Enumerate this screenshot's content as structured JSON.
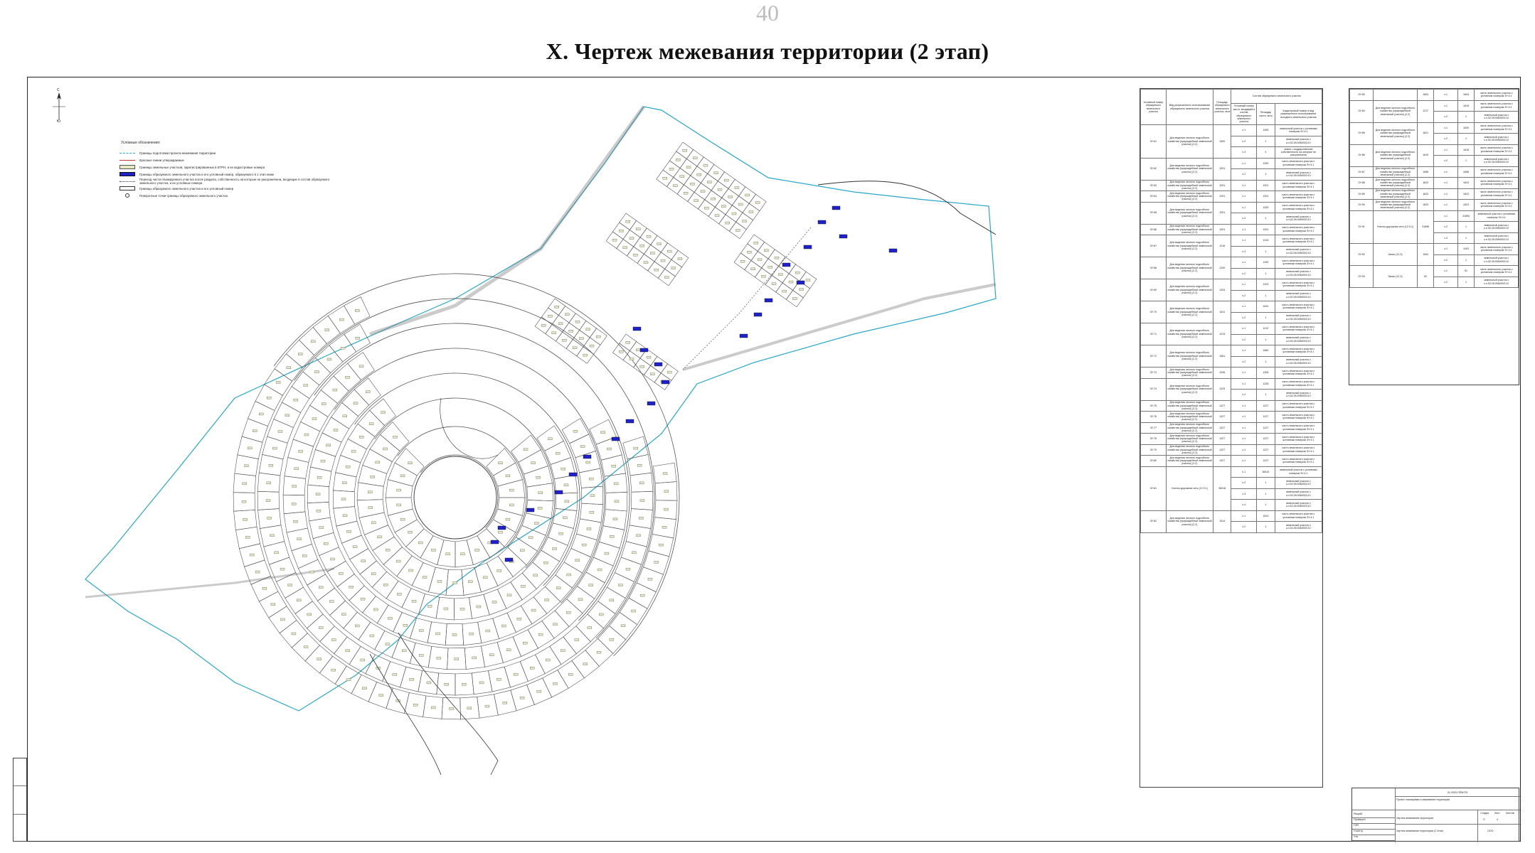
{
  "page": {
    "number": "40",
    "title": "X. Чертеж межевания территории (2 этап)"
  },
  "colors": {
    "parcel_fill": "#e8e7c4",
    "parcel_stroke": "#555555",
    "road": "#6a6a6a",
    "boundary": "#2aa6c8",
    "label_blue": "#1f22c8"
  },
  "legend": {
    "title": "Условные обозначения:",
    "items": [
      {
        "symbol": "cyan-dash",
        "label": "Границы подготовки проекта межевания территории"
      },
      {
        "symbol": "red-line",
        "label": "Красные линии утверждаемые"
      },
      {
        "symbol": "parcel-box",
        "label": "Границы земельных участков, зарегистрированных в ЕГРН, и их кадастровые номера"
      },
      {
        "symbol": "blue-box",
        "label": "Границы образуемого земельного участка и его условный номер, образуемого в 1 этап ниже"
      },
      {
        "symbol": "dot-line",
        "label": "Переход части планируемого участка после раздела, собственность на которые не разграничена, входящие в состав образуемого земельного участка, и их условные номера"
      },
      {
        "symbol": "plain-box",
        "label": "Границы образуемого земельного участка и его условный номер"
      },
      {
        "symbol": "point",
        "label": "Поворотные точки границы образуемого земельного участка"
      }
    ]
  },
  "north": {
    "top": "С",
    "bottom": "Ю"
  },
  "table_main": {
    "headers": [
      "Условный номер образуемого земельного участка",
      "Вид разрешенного использования образуемого земельного участка",
      "Площадь образуемого земельного участка, кв.м",
      "Состав образуемого земельного участка"
    ],
    "subheaders": [
      "Условный номер части, входящей в состав образуемого земельного участка",
      "Площадь части, кв.м",
      "Кадастровый номер и вид разрешенного использования исходного земельного участка"
    ],
    "rows": [
      {
        "id": "ЗУ:61",
        "use": "Для ведения личного подсобного хозяйства (приусадебный земельный участок) (2.2)",
        "area": "1500",
        "parts": [
          [
            "ч.1",
            "1495",
            "земельный участок с условным номером ЗУ:4:1"
          ],
          [
            "ч.2",
            "1",
            "земельный участок с к.н.52:26:0060003:10"
          ],
          [
            "ч.3",
            "4",
            "земли, государственная собственность на которые не разграничена"
          ]
        ]
      },
      {
        "id": "ЗУ:62",
        "use": "Для ведения личного подсобного хозяйства (приусадебный земельный участок) (2.2)",
        "area": "1201",
        "parts": [
          [
            "ч.1",
            "1200",
            "часть земельного участка с условным номером ЗУ:4:1"
          ],
          [
            "ч.2",
            "1",
            "земельный участок с к.н.52:26:0060003:10"
          ]
        ]
      },
      {
        "id": "ЗУ:63",
        "use": "Для ведения личного подсобного хозяйства (приусадебный земельный участок) (2.2)",
        "area": "1201",
        "parts": [
          [
            "ч.1",
            "1201",
            "часть земельного участка с условным номером ЗУ:4:1"
          ]
        ]
      },
      {
        "id": "ЗУ:64",
        "use": "Для ведения личного подсобного хозяйства (приусадебный земельный участок) (2.2)",
        "area": "1201",
        "parts": [
          [
            "ч.1",
            "1201",
            "часть земельного участка с условным номером ЗУ:4:1"
          ]
        ]
      },
      {
        "id": "ЗУ:65",
        "use": "Для ведения личного подсобного хозяйства (приусадебный земельный участок) (2.2)",
        "area": "1201",
        "parts": [
          [
            "ч.1",
            "1200",
            "часть земельного участка с условным номером ЗУ:4:1"
          ],
          [
            "ч.2",
            "1",
            "земельный участок с к.н.52:26:0060003:10"
          ]
        ]
      },
      {
        "id": "ЗУ:66",
        "use": "Для ведения личного подсобного хозяйства (приусадебный земельный участок) (2.2)",
        "area": "1201",
        "parts": [
          [
            "ч.1",
            "1201",
            "часть земельного участка с условным номером ЗУ:4:1"
          ]
        ]
      },
      {
        "id": "ЗУ:67",
        "use": "Для ведения личного подсобного хозяйства (приусадебный земельный участок) (2.2)",
        "area": "1216",
        "parts": [
          [
            "ч.1",
            "1215",
            "часть земельного участка с условным номером ЗУ:4:1"
          ],
          [
            "ч.2",
            "1",
            "земельный участок с к.н.52:26:0060003:10"
          ]
        ]
      },
      {
        "id": "ЗУ:68",
        "use": "Для ведения личного подсобного хозяйства (приусадебный земельный участок) (2.2)",
        "area": "1200",
        "parts": [
          [
            "ч.1",
            "1199",
            "часть земельного участка с условным номером ЗУ:4:1"
          ],
          [
            "ч.2",
            "1",
            "земельный участок с к.н.52:26:0060003:10"
          ]
        ]
      },
      {
        "id": "ЗУ:69",
        "use": "Для ведения личного подсобного хозяйства (приусадебный земельный участок) (2.2)",
        "area": "1204",
        "parts": [
          [
            "ч.1",
            "1203",
            "часть земельного участка с условным номером ЗУ:4:1"
          ],
          [
            "ч.2",
            "1",
            "земельный участок с к.н.52:26:0060003:10"
          ]
        ]
      },
      {
        "id": "ЗУ:70",
        "use": "Для ведения личного подсобного хозяйства (приусадебный земельный участок) (2.2)",
        "area": "1611",
        "parts": [
          [
            "ч.1",
            "1610",
            "часть земельного участка с условным номером ЗУ:4:1"
          ],
          [
            "ч.2",
            "1",
            "земельный участок с к.н.52:26:0060003:10"
          ]
        ]
      },
      {
        "id": "ЗУ:71",
        "use": "Для ведения личного подсобного хозяйства (приусадебный земельный участок) (2.2)",
        "area": "1213",
        "parts": [
          [
            "ч.1",
            "1212",
            "часть земельного участка с условным номером ЗУ:4:1"
          ],
          [
            "ч.2",
            "1",
            "земельный участок с к.н.52:26:0060003:10"
          ]
        ]
      },
      {
        "id": "ЗУ:72",
        "use": "Для ведения личного подсобного хозяйства (приусадебный земельный участок) (2.2)",
        "area": "1661",
        "parts": [
          [
            "ч.1",
            "1660",
            "часть земельного участка с условным номером ЗУ:4:1"
          ],
          [
            "ч.2",
            "1",
            "земельный участок с к.н.52:26:0060003:10"
          ]
        ]
      },
      {
        "id": "ЗУ:73",
        "use": "Для ведения личного подсобного хозяйства (приусадебный земельный участок) (2.2)",
        "area": "1206",
        "parts": [
          [
            "ч.1",
            "1206",
            "часть земельного участка с условным номером ЗУ:4:1"
          ]
        ]
      },
      {
        "id": "ЗУ:74",
        "use": "Для ведения личного подсобного хозяйства (приусадебный земельный участок) (2.2)",
        "area": "1229",
        "parts": [
          [
            "ч.1",
            "1228",
            "часть земельного участка с условным номером ЗУ:4:1"
          ],
          [
            "ч.2",
            "1",
            "земельный участок с к.н.52:26:0060003:10"
          ]
        ]
      },
      {
        "id": "ЗУ:75",
        "use": "Для ведения личного подсобного хозяйства (приусадебный земельный участок) (2.2)",
        "area": "1227",
        "parts": [
          [
            "ч.1",
            "1227",
            "часть земельного участка с условным номером ЗУ:4:1"
          ]
        ]
      },
      {
        "id": "ЗУ:76",
        "use": "Для ведения личного подсобного хозяйства (приусадебный земельный участок) (2.2)",
        "area": "1227",
        "parts": [
          [
            "ч.1",
            "1227",
            "часть земельного участка с условным номером ЗУ:4:1"
          ]
        ]
      },
      {
        "id": "ЗУ:77",
        "use": "Для ведения личного подсобного хозяйства (приусадебный земельный участок) (2.2)",
        "area": "1227",
        "parts": [
          [
            "ч.1",
            "1227",
            "часть земельного участка с условным номером ЗУ:4:1"
          ]
        ]
      },
      {
        "id": "ЗУ:78",
        "use": "Для ведения личного подсобного хозяйства (приусадебный земельный участок) (2.2)",
        "area": "1227",
        "parts": [
          [
            "ч.1",
            "1227",
            "часть земельного участка с условным номером ЗУ:4:1"
          ]
        ]
      },
      {
        "id": "ЗУ:79",
        "use": "Для ведения личного подсобного хозяйства (приусадебный земельный участок) (2.2)",
        "area": "1227",
        "parts": [
          [
            "ч.1",
            "1227",
            "часть земельного участка с условным номером ЗУ:4:1"
          ]
        ]
      },
      {
        "id": "ЗУ:80",
        "use": "Для ведения личного подсобного хозяйства (приусадебный земельный участок) (2.2)",
        "area": "1227",
        "parts": [
          [
            "ч.1",
            "1227",
            "часть земельного участка с условным номером ЗУ:4:1"
          ]
        ]
      },
      {
        "id": "ЗУ:81",
        "use": "Улично-дорожная сеть (12.0.1)",
        "area": "38418",
        "parts": [
          [
            "ч.1",
            "38415",
            "земельный участок с условным номером ЗУ:4:1"
          ],
          [
            "ч.2",
            "1",
            "земельный участок с к.н.52:26:0060003:10"
          ],
          [
            "ч.3",
            "1",
            "земельный участок с к.н.52:26:0060003:10"
          ],
          [
            "ч.4",
            "1",
            "земельный участок с к.н.52:26:0060003:10"
          ]
        ]
      },
      {
        "id": "ЗУ:82",
        "use": "Для ведения личного подсобного хозяйства (приусадебный земельный участок) (2.2)",
        "area": "1514",
        "parts": [
          [
            "ч.1",
            "1513",
            "часть земельного участка с условным номером ЗУ:4:1"
          ],
          [
            "ч.2",
            "1",
            "земельный участок с к.н.52:26:0060003:10"
          ]
        ]
      }
    ]
  },
  "table_side": {
    "rows": [
      {
        "id": "ЗУ:83",
        "use": "",
        "area": "1604",
        "parts": [
          [
            "ч.1",
            "1604",
            "часть земельного участка с условным номером ЗУ:4:1"
          ]
        ]
      },
      {
        "id": "ЗУ:84",
        "use": "Для ведения личного подсобного хозяйства (приусадебный земельный участок) (2.2)",
        "area": "1217",
        "parts": [
          [
            "ч.1",
            "1615",
            "часть земельного участка с условным номером ЗУ:4:1"
          ],
          [
            "ч.2",
            "1",
            "земельный участок с к.н.52:26:0060003:10"
          ]
        ]
      },
      {
        "id": "ЗУ:85",
        "use": "Для ведения личного подсобного хозяйства (приусадебный земельный участок) (2.2)",
        "area": "1621",
        "parts": [
          [
            "ч.1",
            "1620",
            "часть земельного участка с условным номером ЗУ:4:1"
          ],
          [
            "ч.2",
            "1",
            "земельный участок с к.н.52:26:0060003:10"
          ]
        ]
      },
      {
        "id": "ЗУ:86",
        "use": "Для ведения личного подсобного хозяйства (приусадебный земельный участок) (2.2)",
        "area": "1619",
        "parts": [
          [
            "ч.1",
            "1618",
            "часть земельного участка с условным номером ЗУ:4:1"
          ],
          [
            "ч.2",
            "1",
            "земельный участок с к.н.52:26:0060003:10"
          ]
        ]
      },
      {
        "id": "ЗУ:87",
        "use": "Для ведения личного подсобного хозяйства (приусадебный земельный участок) (2.2)",
        "area": "1658",
        "parts": [
          [
            "ч.1",
            "1658",
            "часть земельного участка с условным номером ЗУ:4:1"
          ]
        ]
      },
      {
        "id": "ЗУ:88",
        "use": "Для ведения личного подсобного хозяйства (приусадебный земельный участок) (2.2)",
        "area": "1623",
        "parts": [
          [
            "ч.1",
            "1623",
            "часть земельного участка с условным номером ЗУ:4:1"
          ]
        ]
      },
      {
        "id": "ЗУ:89",
        "use": "Для ведения личного подсобного хозяйства (приусадебный земельный участок) (2.2)",
        "area": "1623",
        "parts": [
          [
            "ч.1",
            "1623",
            "часть земельного участка с условным номером ЗУ:4:1"
          ]
        ]
      },
      {
        "id": "ЗУ:90",
        "use": "Для ведения личного подсобного хозяйства (приусадебный земельный участок) (2.2)",
        "area": "1623",
        "parts": [
          [
            "ч.1",
            "1623",
            "часть земельного участка с условным номером ЗУ:4:1"
          ]
        ]
      },
      {
        "id": "ЗУ:91",
        "use": "Улично-дорожная сеть (12.0.1)",
        "area": "31896",
        "parts": [
          [
            "ч.1",
            "31894",
            "земельный участок с условным номером ЗУ:4:1"
          ],
          [
            "ч.2",
            "1",
            "земельный участок с к.н.52:26:0060003:10"
          ],
          [
            "ч.3",
            "1",
            "земельный участок с к.н.52:26:0060003:10"
          ]
        ]
      },
      {
        "id": "ЗУ:92",
        "use": "Запас (12.3)",
        "area": "1004",
        "parts": [
          [
            "ч.1",
            "1003",
            "часть земельного участка с условным номером ЗУ:4:1"
          ],
          [
            "ч.2",
            "1",
            "земельный участок с к.н.52:26:0060003:10"
          ]
        ]
      },
      {
        "id": "ЗУ:93",
        "use": "Запас (12.3)",
        "area": "52",
        "parts": [
          [
            "ч.1",
            "51",
            "часть земельного участка с условным номером ЗУ:4:1"
          ],
          [
            "ч.2",
            "1",
            "земельный участок с к.н.52:26:0060003:10"
          ]
        ]
      }
    ]
  },
  "stamp": {
    "code": "01-2020-ППМ.ПЗ",
    "description": "Проект планировки и межевания территории",
    "sheet_title": "Чертеж межевания территории",
    "stage_label": "Стадия",
    "sheet_label": "Лист",
    "sheets_label": "Листов",
    "stage": "П",
    "sheet": "4",
    "drawing": "Чертеж межевания территории (2 этап)",
    "org": "ООО",
    "roles": [
      "Разраб.",
      "Проверил",
      "ГИП",
      "Н.контр.",
      "Утв."
    ]
  }
}
